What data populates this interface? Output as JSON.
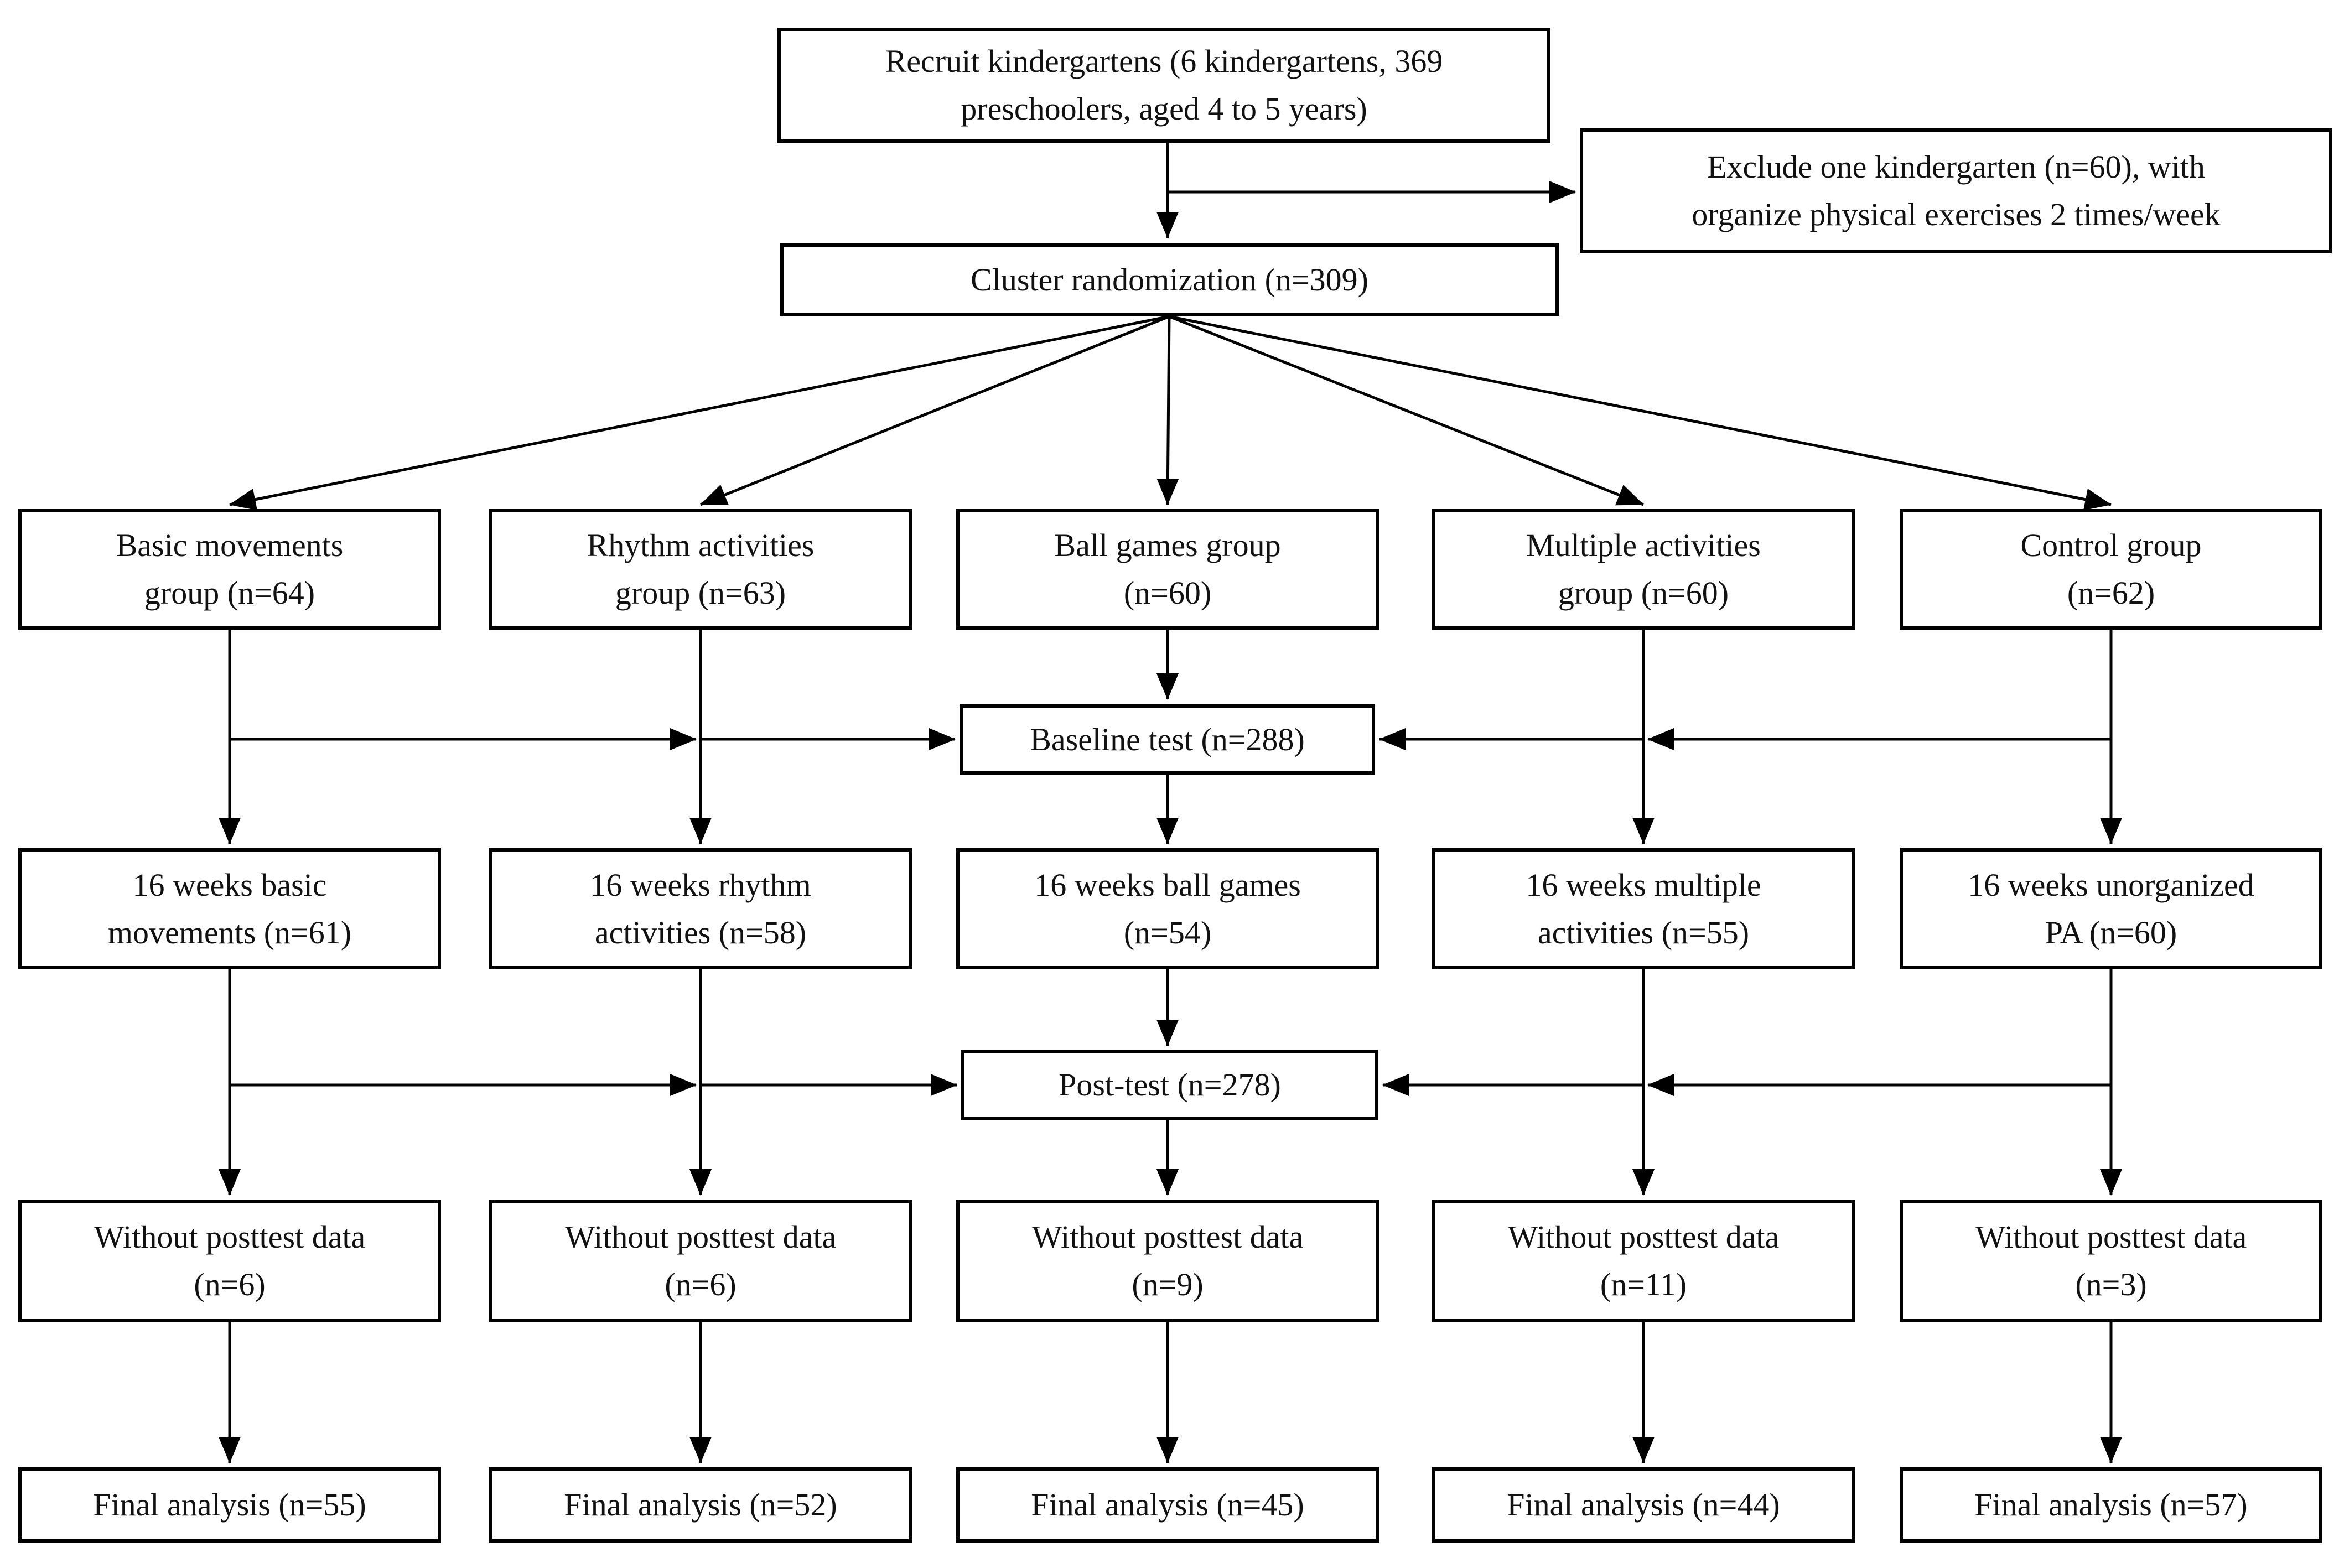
{
  "flow": {
    "recruit": "Recruit kindergartens (6 kindergartens, 369\npreschoolers, aged 4 to 5 years)",
    "exclude": "Exclude one kindergarten (n=60), with\norganize physical exercises 2 times/week",
    "cluster": "Cluster randomization (n=309)",
    "baseline": "Baseline test (n=288)",
    "posttest": "Post-test (n=278)",
    "columns": [
      {
        "group": "Basic movements\ngroup (n=64)",
        "intervention": "16 weeks basic\nmovements (n=61)",
        "attrition": "Without posttest data\n(n=6)",
        "final": "Final analysis (n=55)"
      },
      {
        "group": "Rhythm activities\ngroup (n=63)",
        "intervention": "16 weeks rhythm\nactivities (n=58)",
        "attrition": "Without posttest data\n(n=6)",
        "final": "Final analysis (n=52)"
      },
      {
        "group": "Ball games group\n(n=60)",
        "intervention": "16 weeks ball games\n(n=54)",
        "attrition": "Without posttest data\n(n=9)",
        "final": "Final analysis (n=45)"
      },
      {
        "group": "Multiple activities\ngroup (n=60)",
        "intervention": "16 weeks multiple\nactivities (n=55)",
        "attrition": "Without posttest data\n(n=11)",
        "final": "Final analysis (n=44)"
      },
      {
        "group": "Control group\n(n=62)",
        "intervention": "16 weeks unorganized\nPA (n=60)",
        "attrition": "Without posttest data\n(n=3)",
        "final": "Final analysis (n=57)"
      }
    ],
    "colors": {
      "line": "#000000",
      "box_border": "#000000",
      "box_background": "#ffffff",
      "text": "#111111",
      "page_background": "#ffffff"
    }
  }
}
